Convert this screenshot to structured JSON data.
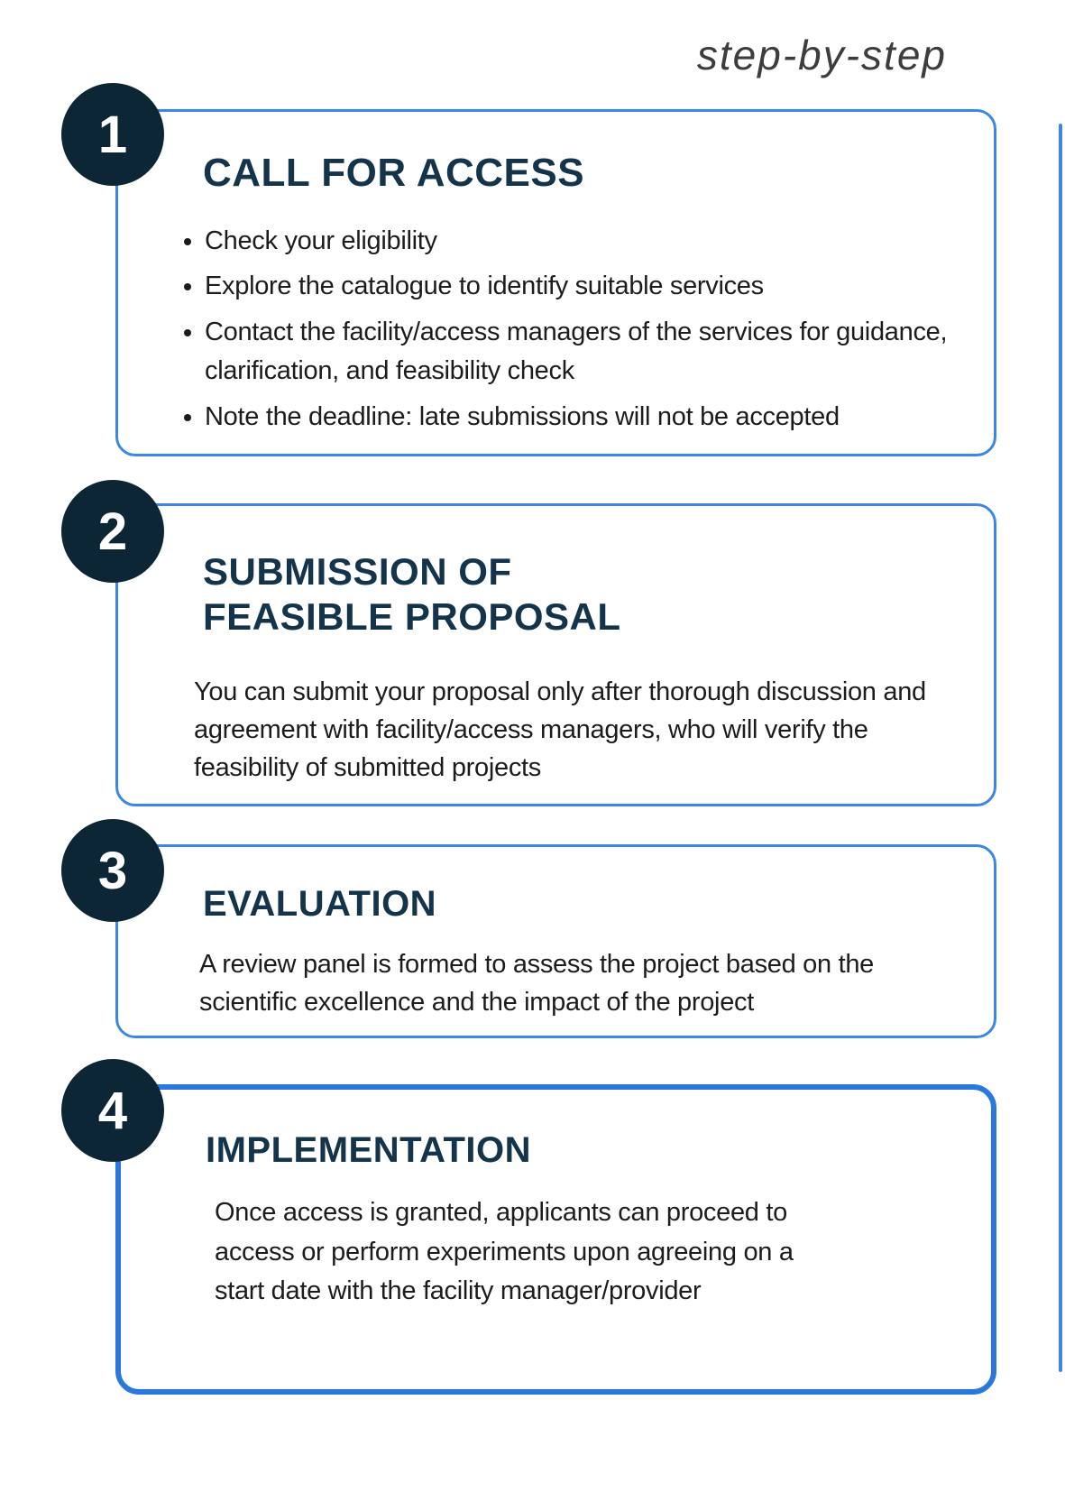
{
  "page": {
    "title": "step-by-step",
    "colors": {
      "card_border": "#3d87e4",
      "card_border_strong": "#2878dd",
      "circle_background": "#0d2636",
      "heading_text": "#14344c",
      "body_text": "#1c1c1c",
      "title_text": "#3d3d3d"
    }
  },
  "steps": [
    {
      "number": "1",
      "title": "CALL FOR ACCESS",
      "bullets": [
        "Check your eligibility",
        "Explore the catalogue to identify suitable services",
        "Contact the facility/access managers of the services for guidance, clarification, and feasibility check",
        "Note the deadline: late submissions will not be accepted"
      ]
    },
    {
      "number": "2",
      "title": "SUBMISSION OF\nFEASIBLE PROPOSAL",
      "body": "You can submit your proposal only after thorough discussion and agreement with facility/access managers, who will verify the feasibility of submitted projects"
    },
    {
      "number": "3",
      "title": "EVALUATION",
      "body": "A review panel is formed to assess the project based on the scientific excellence and the impact of the project"
    },
    {
      "number": "4",
      "title": "IMPLEMENTATION",
      "body": "Once access is granted, applicants can proceed to access or perform experiments upon agreeing on a start date with the facility manager/provider"
    }
  ]
}
